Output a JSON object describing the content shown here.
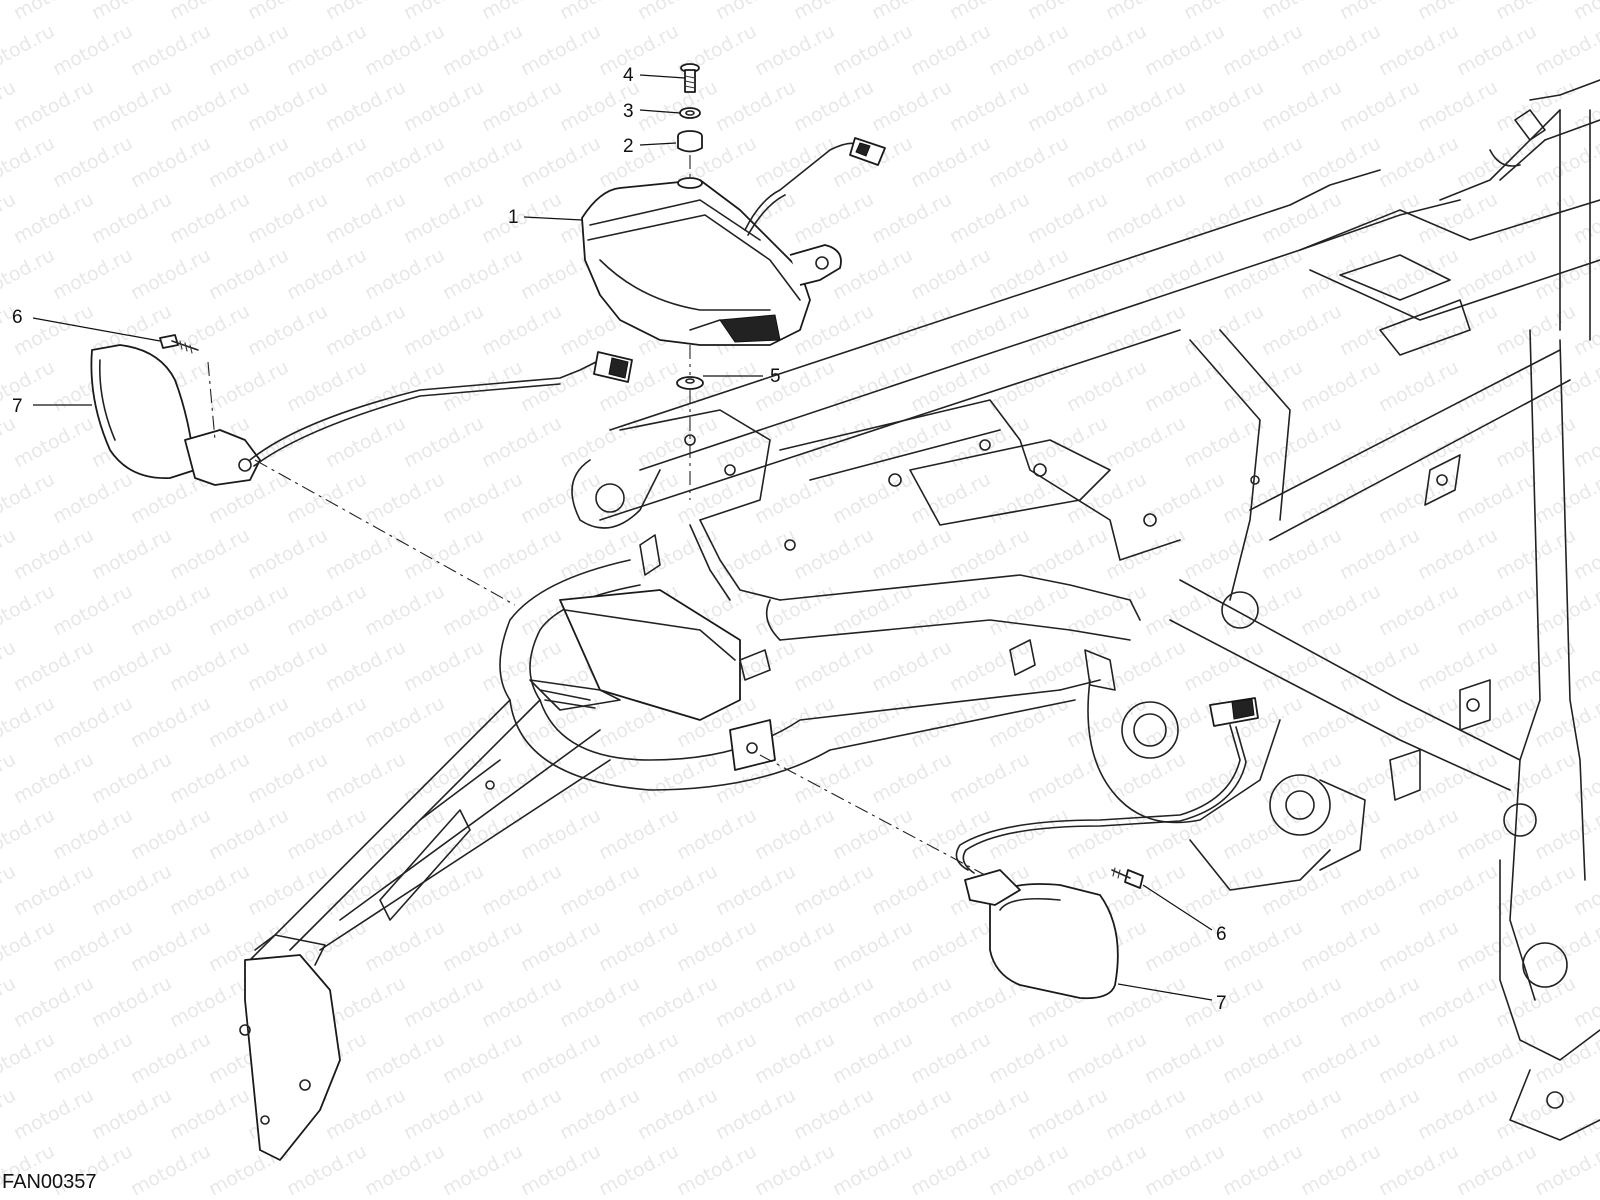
{
  "watermark": "motod.ru",
  "drawing_code": "FAN00357",
  "callouts": [
    {
      "id": "c1",
      "label": "1"
    },
    {
      "id": "c2",
      "label": "2"
    },
    {
      "id": "c3",
      "label": "3"
    },
    {
      "id": "c4",
      "label": "4"
    },
    {
      "id": "c5",
      "label": "5"
    },
    {
      "id": "c6a",
      "label": "6"
    },
    {
      "id": "c7a",
      "label": "7"
    },
    {
      "id": "c6b",
      "label": "6"
    },
    {
      "id": "c7b",
      "label": "7"
    }
  ]
}
